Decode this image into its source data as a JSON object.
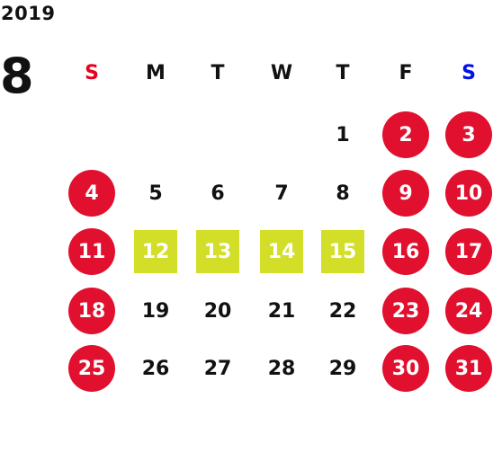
{
  "year": "2019",
  "month": "8",
  "colors": {
    "sunday_label": "#e8001c",
    "saturday_label": "#0010e8",
    "weekend_circle": "#e0102e",
    "holiday_box": "#d2de28",
    "text": "#111111"
  },
  "weekdays": [
    "S",
    "M",
    "T",
    "W",
    "T",
    "F",
    "S"
  ],
  "weeks": [
    [
      {
        "day": "",
        "type": "empty"
      },
      {
        "day": "",
        "type": "empty"
      },
      {
        "day": "",
        "type": "empty"
      },
      {
        "day": "",
        "type": "empty"
      },
      {
        "day": "1",
        "type": "normal"
      },
      {
        "day": "2",
        "type": "weekend"
      },
      {
        "day": "3",
        "type": "weekend"
      }
    ],
    [
      {
        "day": "4",
        "type": "weekend"
      },
      {
        "day": "5",
        "type": "normal"
      },
      {
        "day": "6",
        "type": "normal"
      },
      {
        "day": "7",
        "type": "normal"
      },
      {
        "day": "8",
        "type": "normal"
      },
      {
        "day": "9",
        "type": "weekend"
      },
      {
        "day": "10",
        "type": "weekend"
      }
    ],
    [
      {
        "day": "11",
        "type": "weekend"
      },
      {
        "day": "12",
        "type": "holiday"
      },
      {
        "day": "13",
        "type": "holiday"
      },
      {
        "day": "14",
        "type": "holiday"
      },
      {
        "day": "15",
        "type": "holiday"
      },
      {
        "day": "16",
        "type": "weekend"
      },
      {
        "day": "17",
        "type": "weekend"
      }
    ],
    [
      {
        "day": "18",
        "type": "weekend"
      },
      {
        "day": "19",
        "type": "normal"
      },
      {
        "day": "20",
        "type": "normal"
      },
      {
        "day": "21",
        "type": "normal"
      },
      {
        "day": "22",
        "type": "normal"
      },
      {
        "day": "23",
        "type": "weekend"
      },
      {
        "day": "24",
        "type": "weekend"
      }
    ],
    [
      {
        "day": "25",
        "type": "weekend"
      },
      {
        "day": "26",
        "type": "normal"
      },
      {
        "day": "27",
        "type": "normal"
      },
      {
        "day": "28",
        "type": "normal"
      },
      {
        "day": "29",
        "type": "normal"
      },
      {
        "day": "30",
        "type": "weekend"
      },
      {
        "day": "31",
        "type": "weekend"
      }
    ]
  ]
}
